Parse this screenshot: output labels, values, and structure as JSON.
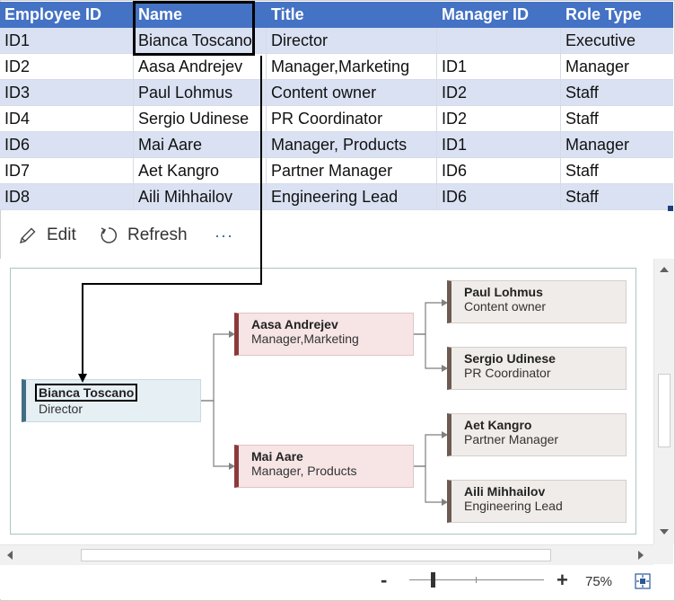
{
  "table": {
    "columns": [
      "Employee ID",
      "Name",
      "Title",
      "Manager ID",
      "Role Type"
    ],
    "rows": [
      [
        "ID1",
        "Bianca Toscano",
        "Director",
        "",
        "Executive"
      ],
      [
        "ID2",
        "Aasa Andrejev",
        "Manager,Marketing",
        "ID1",
        "Manager"
      ],
      [
        "ID3",
        "Paul Lohmus",
        "Content owner",
        "ID2",
        "Staff"
      ],
      [
        "ID4",
        "Sergio Udinese",
        "PR Coordinator",
        "ID2",
        "Staff"
      ],
      [
        "ID6",
        "Mai Aare",
        "Manager, Products",
        "ID1",
        "Manager"
      ],
      [
        "ID7",
        "Aet Kangro",
        "Partner Manager",
        "ID6",
        "Staff"
      ],
      [
        "ID8",
        "Aili Mihhailov",
        "Engineering Lead",
        "ID6",
        "Staff"
      ]
    ]
  },
  "toolbar": {
    "edit_label": "Edit",
    "refresh_label": "Refresh",
    "more_label": "···"
  },
  "chart": {
    "root": {
      "name": "Bianca Toscano",
      "title": "Director"
    },
    "managers": [
      {
        "name": "Aasa Andrejev",
        "title": "Manager,Marketing"
      },
      {
        "name": "Mai Aare",
        "title": "Manager, Products"
      }
    ],
    "staff": [
      {
        "name": "Paul Lohmus",
        "title": "Content owner"
      },
      {
        "name": "Sergio Udinese",
        "title": "PR Coordinator"
      },
      {
        "name": "Aet Kangro",
        "title": "Partner Manager"
      },
      {
        "name": "Aili Mihhailov",
        "title": "Engineering Lead"
      }
    ]
  },
  "status": {
    "zoom_out": "-",
    "zoom_in": "+",
    "zoom_level": "75%"
  },
  "colors": {
    "header_blue": "#4472c4",
    "band_blue": "#d9e1f2",
    "root_accent": "#3f6e84",
    "manager_accent": "#8b3a3a",
    "staff_accent": "#6d5b52"
  }
}
